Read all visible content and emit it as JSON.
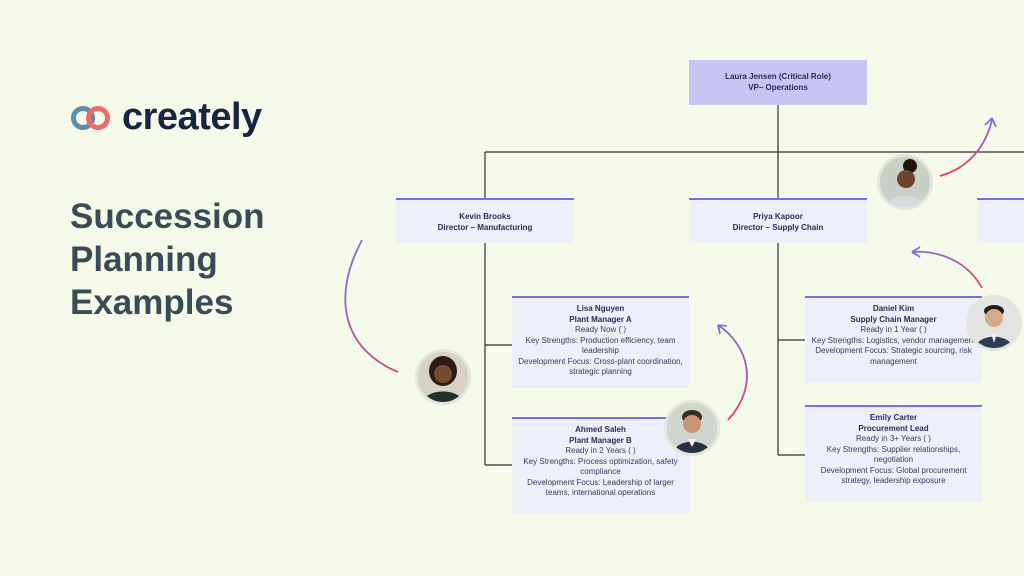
{
  "brand": {
    "name": "creately"
  },
  "headline": {
    "line1": "Succession",
    "line2": "Planning",
    "line3": "Examples"
  },
  "colors": {
    "background": "#f4f9ea",
    "accent": "#7470d8",
    "card": "#eceef9",
    "top_card": "#c7c5f2",
    "arrow_pink": "#e8426a"
  },
  "org": {
    "top": {
      "name": "Laura Jensen (Critical Role)",
      "role": "VP– Operations"
    },
    "kevin": {
      "name": "Kevin Brooks",
      "role": "Director – Manufacturing"
    },
    "priya": {
      "name": "Priya Kapoor",
      "role": "Director – Supply Chain"
    },
    "lisa": {
      "name": "Lisa Nguyen",
      "role": "Plant Manager A",
      "ready": "Ready Now ( )",
      "strengths": "Key Strengths: Production efficiency, team leadership",
      "focus": "Development Focus: Cross-plant coordination, strategic planning"
    },
    "ahmed": {
      "name": "Ahmed Saleh",
      "role": "Plant Manager B",
      "ready": "Ready in 2 Years ( )",
      "strengths": "Key Strengths: Process optimization, safety compliance",
      "focus": "Development Focus: Leadership of larger teams, international operations"
    },
    "daniel": {
      "name": "Daniel Kim",
      "role": "Supply Chain Manager",
      "ready": "Ready in 1 Year ( )",
      "strengths": "Key Strengths: Logistics, vendor management",
      "focus": "Development Focus: Strategic sourcing, risk management"
    },
    "emily": {
      "name": "Emily Carter",
      "role": "Procurement Lead",
      "ready": "Ready in 3+ Years ( )",
      "strengths": "Key Strengths: Supplier relationships, negotiation",
      "focus": "Development Focus: Global procurement strategy, leadership exposure"
    }
  }
}
